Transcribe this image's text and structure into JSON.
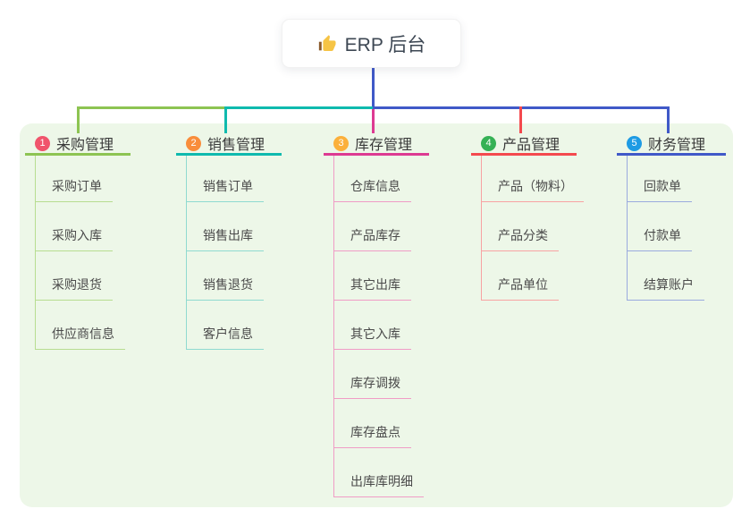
{
  "root": {
    "label": "ERP 后台",
    "icon": "thumbs-up-icon"
  },
  "colors": {
    "panel_bg": "#edf7e8",
    "root_stem": "#4059c8",
    "root_text": "#3d4753",
    "branch_green": "#8dc452",
    "branch_teal": "#0fbaae",
    "branch_magenta": "#dd3a92",
    "branch_red": "#f4494e",
    "branch_blue": "#4059c8"
  },
  "branches": [
    {
      "index": "1",
      "label": "采购管理",
      "color": "#8dc452",
      "light": "#b7dd90",
      "badge_color": "#f0546c",
      "children": [
        "采购订单",
        "采购入库",
        "采购退货",
        "供应商信息"
      ]
    },
    {
      "index": "2",
      "label": "销售管理",
      "color": "#0fbaae",
      "light": "#8fdad0",
      "badge_color": "#f98d3b",
      "children": [
        "销售订单",
        "销售出库",
        "销售退货",
        "客户信息"
      ]
    },
    {
      "index": "3",
      "label": "库存管理",
      "color": "#dd3a92",
      "light": "#f09cc6",
      "badge_color": "#fbb03b",
      "children": [
        "仓库信息",
        "产品库存",
        "其它出库",
        "其它入库",
        "库存调拨",
        "库存盘点",
        "出库库明细"
      ]
    },
    {
      "index": "4",
      "label": "产品管理",
      "color": "#f4494e",
      "light": "#f8a3a3",
      "badge_color": "#35b155",
      "children": [
        "产品（物料）",
        "产品分类",
        "产品单位"
      ]
    },
    {
      "index": "5",
      "label": "财务管理",
      "color": "#4059c8",
      "light": "#9aaade",
      "badge_color": "#1e9be4",
      "children": [
        "回款单",
        "付款单",
        "结算账户"
      ]
    }
  ]
}
